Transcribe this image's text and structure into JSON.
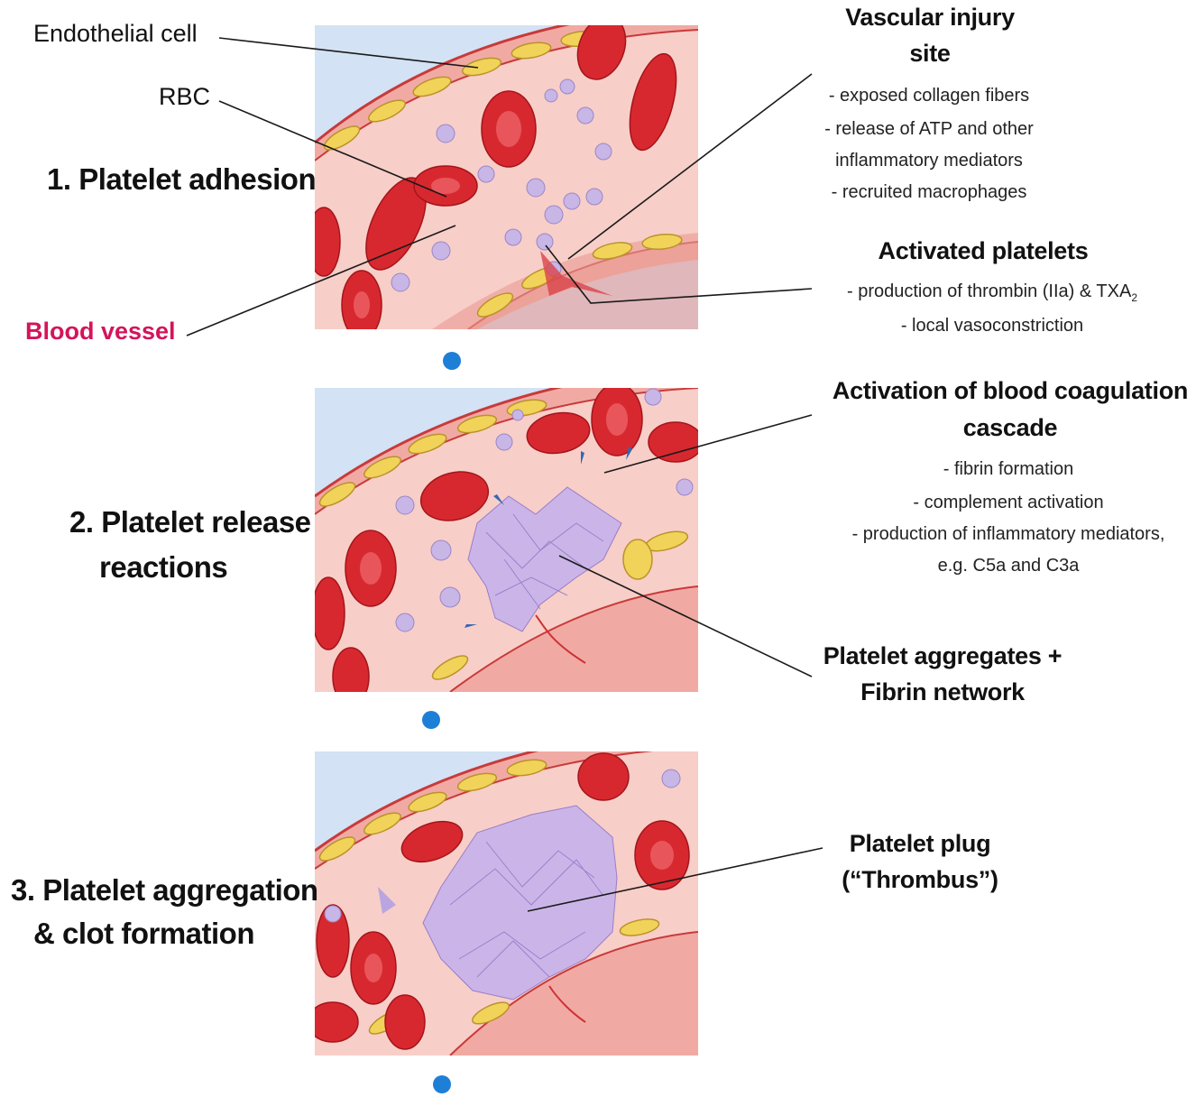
{
  "labels": {
    "endothelial_cell": "Endothelial cell",
    "rbc": "RBC",
    "blood_vessel": "Blood vessel"
  },
  "steps": {
    "step1": "1. Platelet adhesion",
    "step2_line1": "2. Platelet release",
    "step2_line2": "reactions",
    "step3_line1": "3. Platelet aggregation",
    "step3_line2": "& clot formation"
  },
  "vascular_injury": {
    "title_line1": "Vascular injury",
    "title_line2": "site",
    "items": [
      "- exposed collagen fibers",
      "-  release of ATP and other",
      "inflammatory mediators",
      "- recruited macrophages"
    ]
  },
  "activated_platelets": {
    "title": "Activated platelets",
    "item1_prefix": "- production of thrombin (IIa) & TXA",
    "item1_sub": "2",
    "item2": "- local vasoconstriction"
  },
  "coagulation": {
    "title_line1": "Activation of blood coagulation",
    "title_line2": "cascade",
    "items": [
      "- fibrin formation",
      "- complement activation",
      "- production of inflammatory mediators,",
      "e.g. C5a and C3a"
    ]
  },
  "aggregates": {
    "line1": "Platelet aggregates +",
    "line2": "Fibrin network"
  },
  "plug": {
    "line1": "Platelet plug",
    "line2": "(“Thrombus”)"
  },
  "colors": {
    "blood_vessel_label": "#d4145a",
    "bullet": "#1e7fd6",
    "vessel_wall": "#f4b6ae",
    "lumen": "#f7c9c2",
    "rbc": "#d8282f",
    "endothelial": "#f2d35a",
    "platelet": "#c7b6e6",
    "outside": "#cfdff3"
  }
}
